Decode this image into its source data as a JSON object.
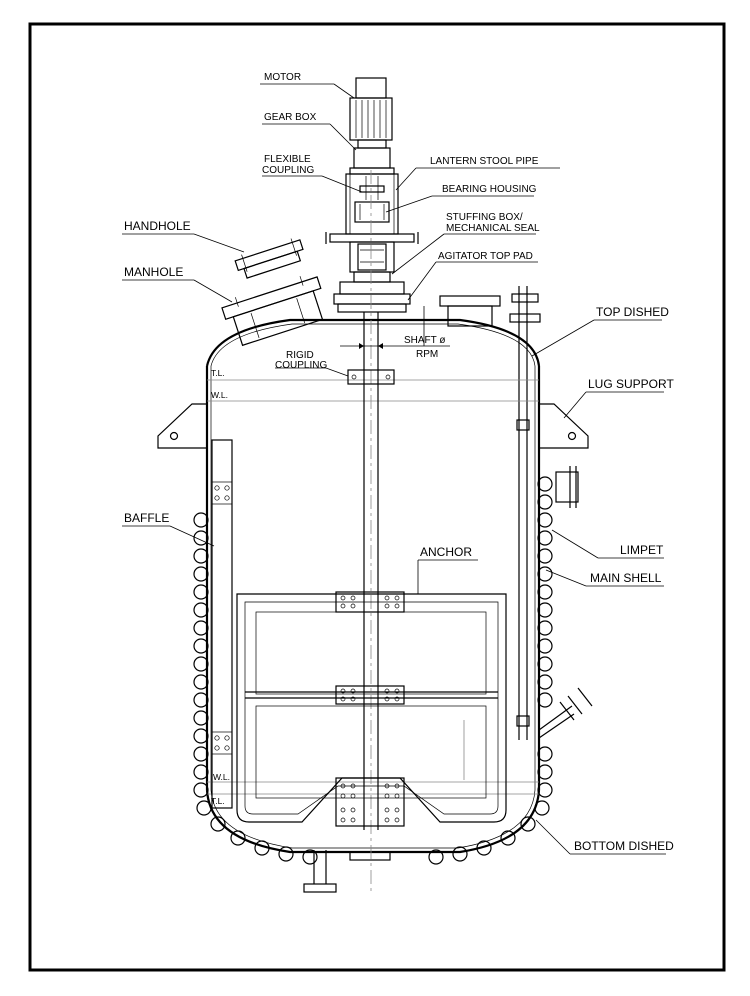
{
  "labels": {
    "motor": "MOTOR",
    "gear_box": "GEAR BOX",
    "flexible_coupling_1": "FLEXIBLE",
    "flexible_coupling_2": "COUPLING",
    "lantern_stool_pipe": "LANTERN STOOL PIPE",
    "bearing_housing": "BEARING HOUSING",
    "stuffing_box_1": "STUFFING BOX/",
    "stuffing_box_2": "MECHANICAL SEAL",
    "handhole": "HANDHOLE",
    "manhole": "MANHOLE",
    "agitator_top_pad": "AGITATOR TOP PAD",
    "top_dished": "TOP DISHED",
    "shaft_1": "SHAFT ø",
    "shaft_2": "RPM",
    "rigid_coupling_1": "RIGID",
    "rigid_coupling_2": "COUPLING",
    "lug_support": "LUG SUPPORT",
    "baffle": "BAFFLE",
    "anchor": "ANCHOR",
    "limpet": "LIMPET",
    "main_shell": "MAIN SHELL",
    "bottom_dished": "BOTTOM DISHED",
    "tl_top": "T.L.",
    "wl_top": "W.L.",
    "wl_bottom": "W.L.",
    "tl_bottom": "T.L."
  }
}
